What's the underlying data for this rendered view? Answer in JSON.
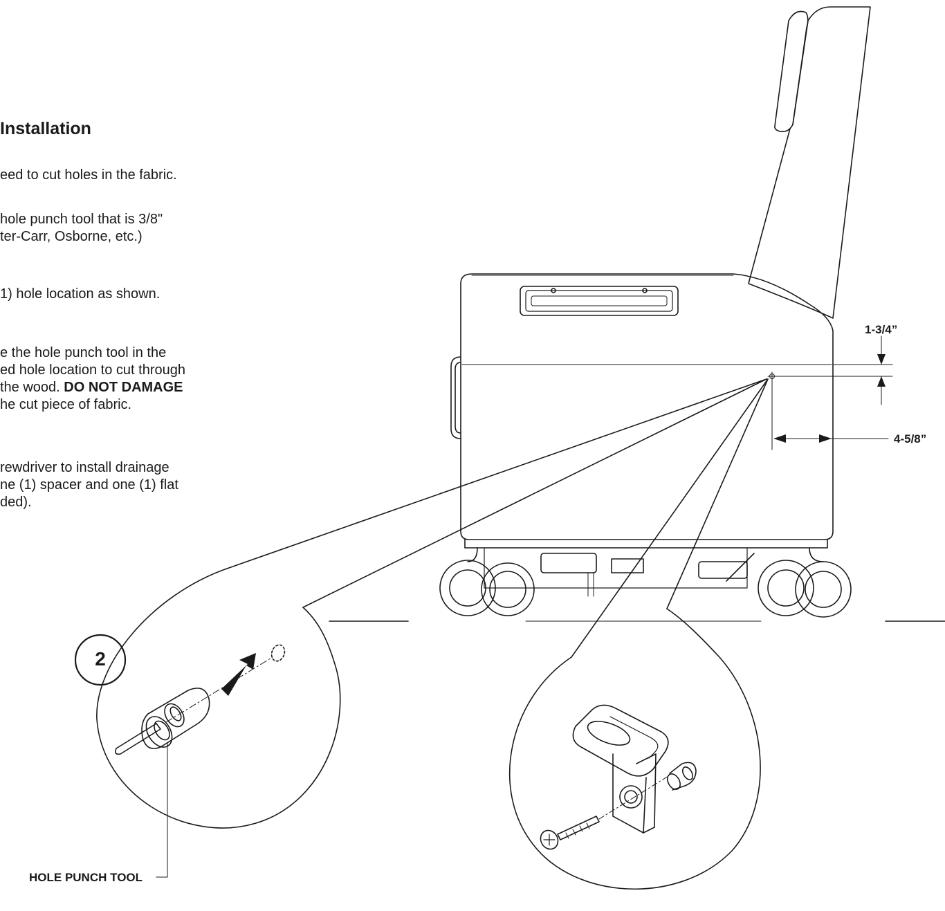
{
  "heading": "Installation",
  "instructions": {
    "p1": "eed to cut holes in the fabric.",
    "p2_l1": "hole punch tool that is 3/8\"",
    "p2_l2": "ter-Carr, Osborne, etc.)",
    "p3": "1) hole location as shown.",
    "p4_l1": "e the hole punch tool in the",
    "p4_l2": "ed hole location to cut through",
    "p4_l3_a": " the wood. ",
    "p4_l3_b": "DO NOT DAMAGE",
    "p4_l4": "he cut piece of fabric.",
    "p5_l1": "rewdriver to install drainage",
    "p5_l2": "ne (1) spacer and one (1) flat",
    "p5_l3": "ded)."
  },
  "dimensions": {
    "vertical": "1-3/4”",
    "horizontal": "4-5/8”"
  },
  "step_number": "2",
  "callout_label": "HOLE PUNCH TOOL"
}
